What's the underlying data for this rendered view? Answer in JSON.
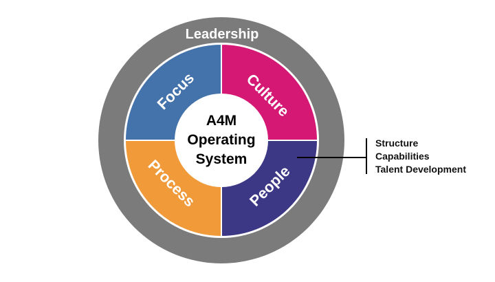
{
  "diagram": {
    "outer_ring_label": "Leadership",
    "center_label_lines": [
      "A4M",
      "Operating",
      "System"
    ],
    "quadrants": [
      {
        "key": "focus",
        "label": "Focus",
        "color": "#4472aa"
      },
      {
        "key": "culture",
        "label": "Culture",
        "color": "#d41874"
      },
      {
        "key": "process",
        "label": "Process",
        "color": "#f09a3a"
      },
      {
        "key": "people",
        "label": "People",
        "color": "#3c3885"
      }
    ],
    "ring_color": "#7a7b7a",
    "people_details": [
      "Structure",
      "Capabilities",
      "Talent Development"
    ]
  }
}
